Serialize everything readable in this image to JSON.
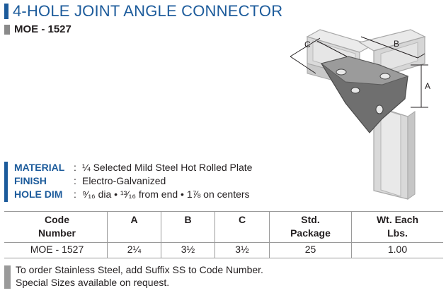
{
  "header": {
    "title": "4-HOLE JOINT ANGLE CONNECTOR",
    "part_number": "MOE - 1527"
  },
  "specs": {
    "material_label": "MATERIAL",
    "material_value": "¼ Selected Mild Steel Hot Rolled Plate",
    "finish_label": "FINISH",
    "finish_value": "Electro-Galvanized",
    "hole_label": "HOLE DIM",
    "hole_dia": "⁹⁄₁₆ dia",
    "hole_from_end": "¹³⁄₁₆ from end",
    "hole_centers": "1⅞  on centers",
    "separator": ":",
    "bullet": "•"
  },
  "diagram": {
    "label_a": "A",
    "label_b": "B",
    "label_c": "C",
    "colors": {
      "channel": "#d9d9d9",
      "channel_edge": "#a8a8a8",
      "plate": "#6f6f6f",
      "plate_light": "#9b9b9b"
    }
  },
  "table": {
    "headers": [
      {
        "line1": "Code",
        "line2": "Number"
      },
      {
        "line1": "A",
        "line2": ""
      },
      {
        "line1": "B",
        "line2": ""
      },
      {
        "line1": "C",
        "line2": ""
      },
      {
        "line1": "Std.",
        "line2": "Package"
      },
      {
        "line1": "Wt. Each",
        "line2": "Lbs."
      }
    ],
    "row": [
      "MOE - 1527",
      "2¼",
      "3½",
      "3½",
      "25",
      "1.00"
    ]
  },
  "notes": {
    "line1": "To order Stainless Steel, add Suffix SS to Code Number.",
    "line2": "Special Sizes available on request."
  },
  "colors": {
    "accent": "#1c5b9b",
    "gray_bar": "#8a8a8a"
  }
}
